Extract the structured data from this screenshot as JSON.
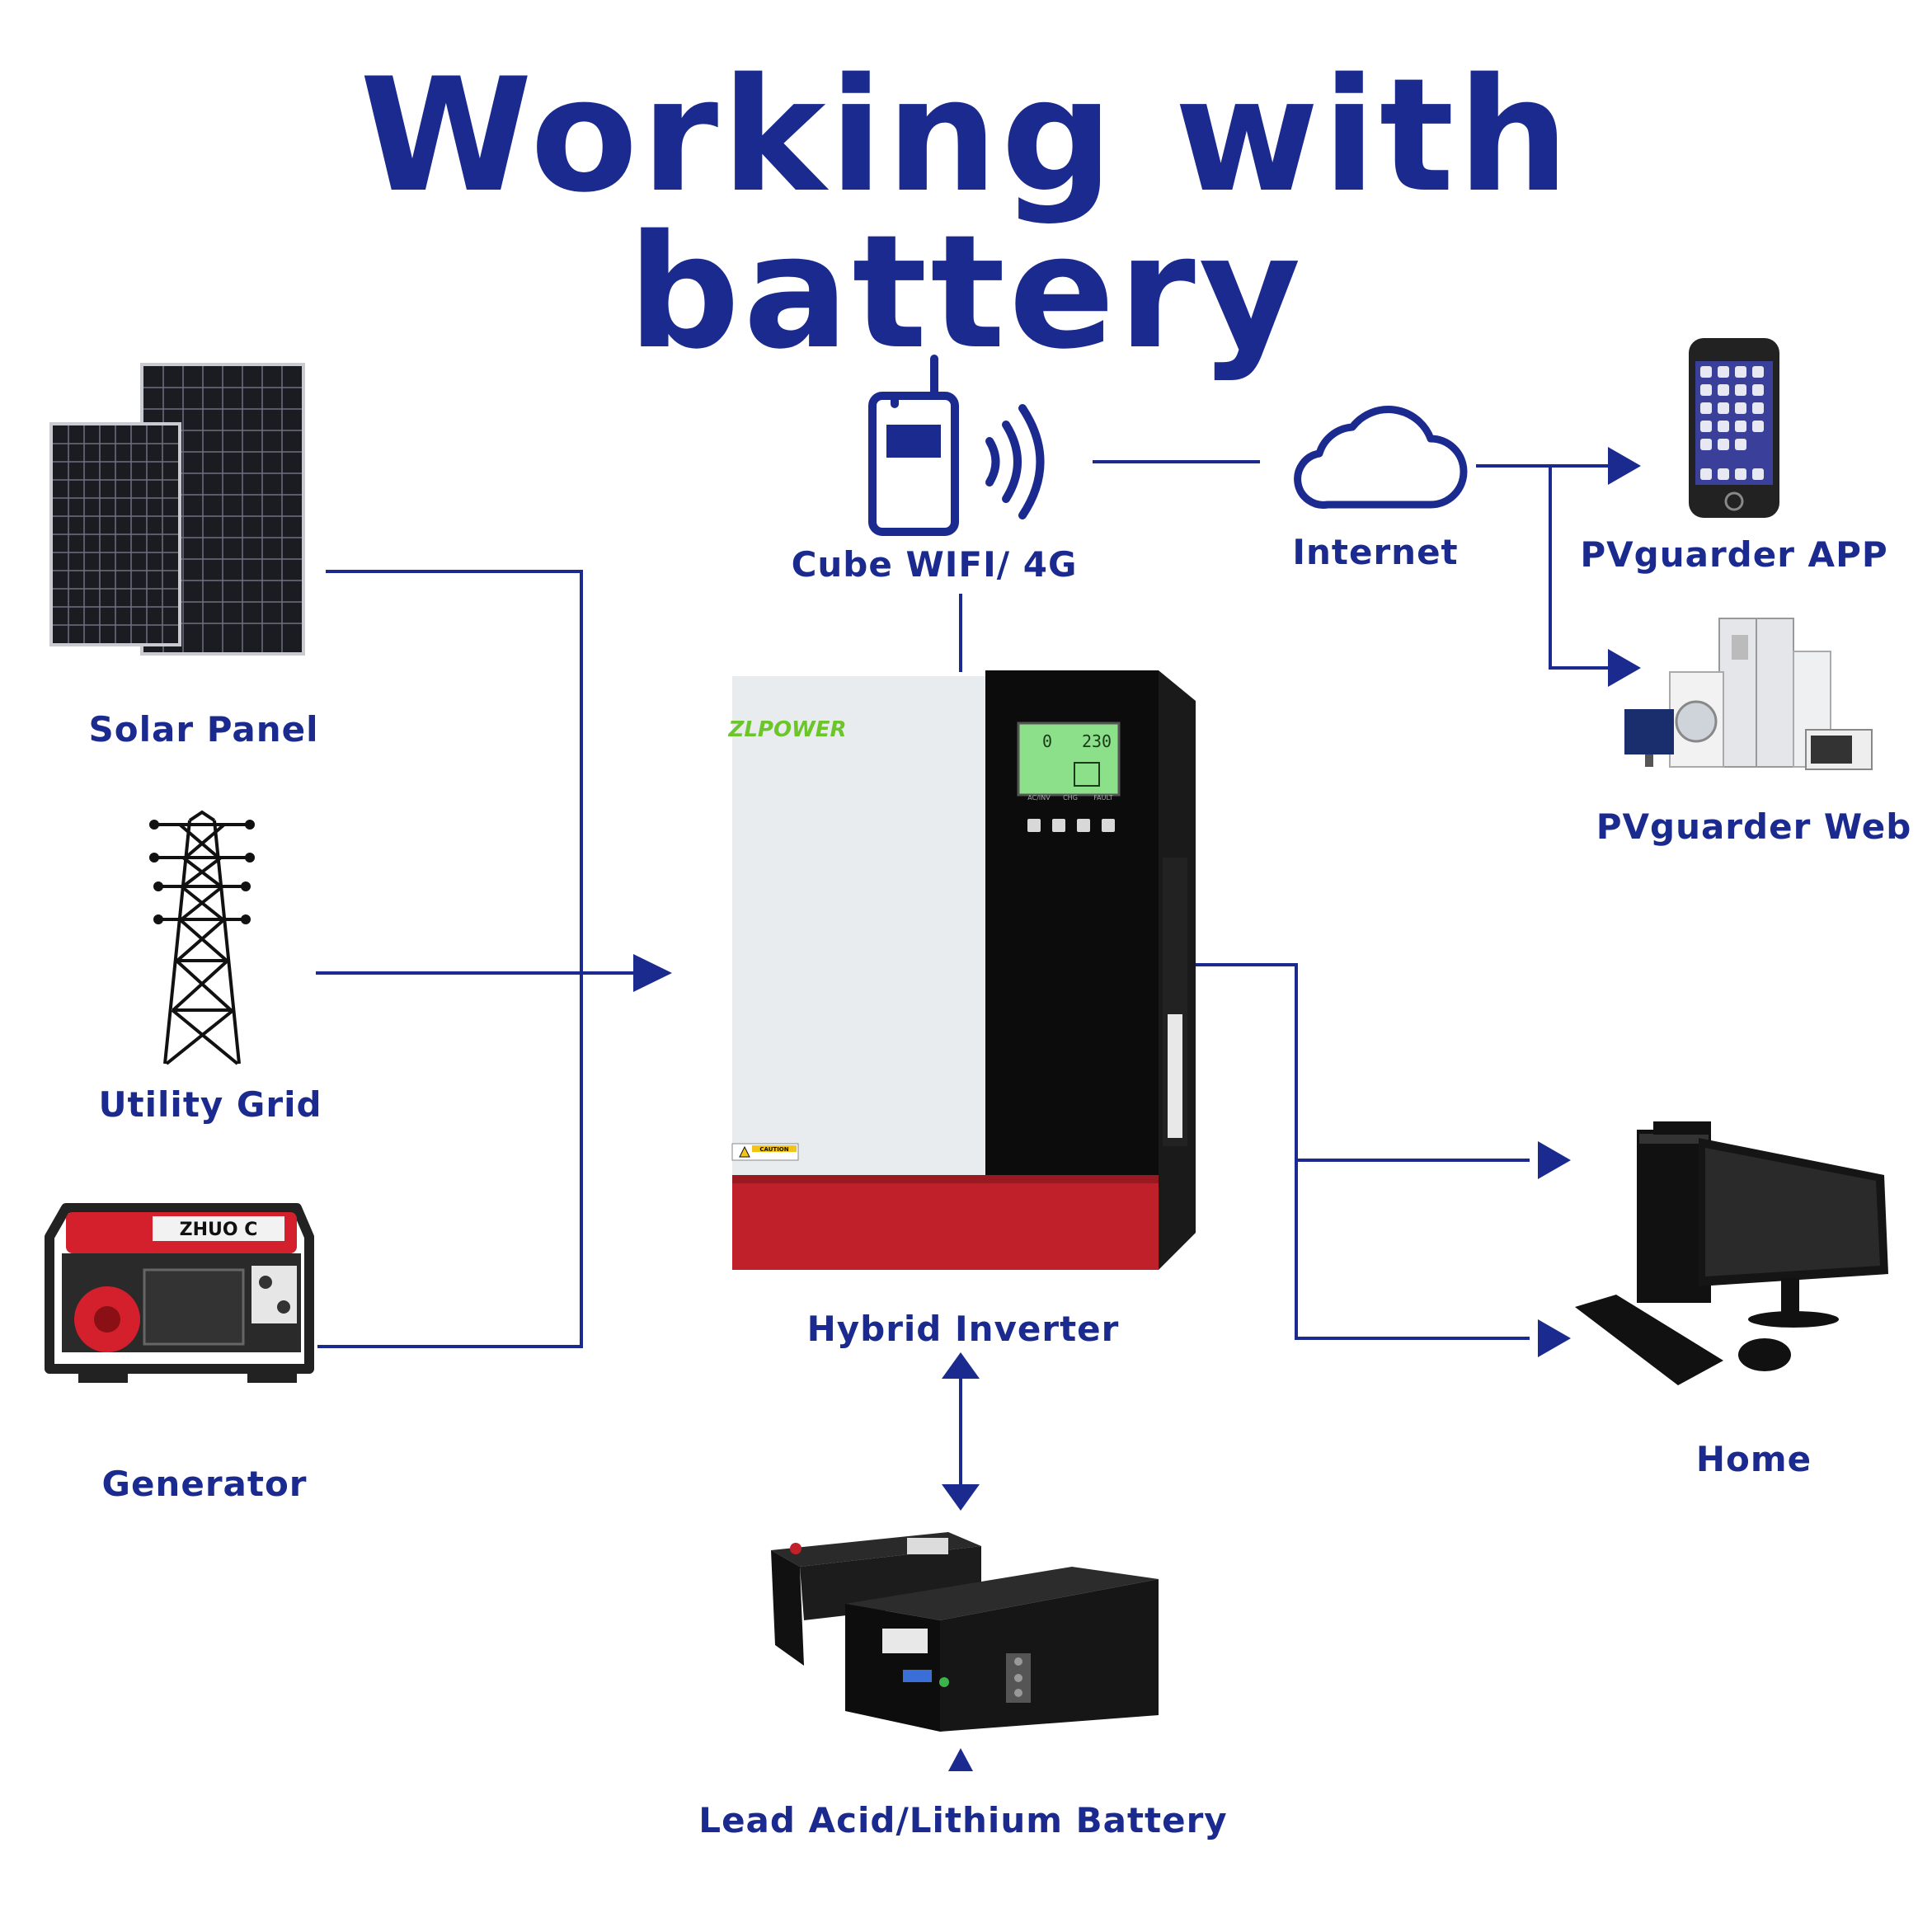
{
  "title": "Working with battery",
  "colors": {
    "primary": "#1b2a8f",
    "inverter_red": "#c0202a",
    "lcd_green": "#8de08a",
    "logo_green": "#6cc62a"
  },
  "labels": {
    "solar_panel": "Solar Panel",
    "utility_grid": "Utility Grid",
    "generator": "Generator",
    "cube": "Cube WIFI/ 4G",
    "internet": "Internet",
    "app": "PVguarder APP",
    "web": "PVguarder Web",
    "inverter": "Hybrid Inverter",
    "home": "Home",
    "battery": "Lead Acid/Lithium Battery"
  },
  "inverter": {
    "brand": "ZLPOWER",
    "lcd_left": "0",
    "lcd_right": "230",
    "indicators": [
      "AC/INV",
      "CHG",
      "FAULT"
    ],
    "caution": "CAUTION"
  },
  "generator": {
    "brand": "ZHUO C"
  },
  "icons": [
    "solar-panel-icon",
    "transmission-tower-icon",
    "generator-icon",
    "wifi-module-icon",
    "cloud-icon",
    "smartphone-icon",
    "home-appliances-icon",
    "desktop-computer-icon",
    "battery-icon"
  ]
}
